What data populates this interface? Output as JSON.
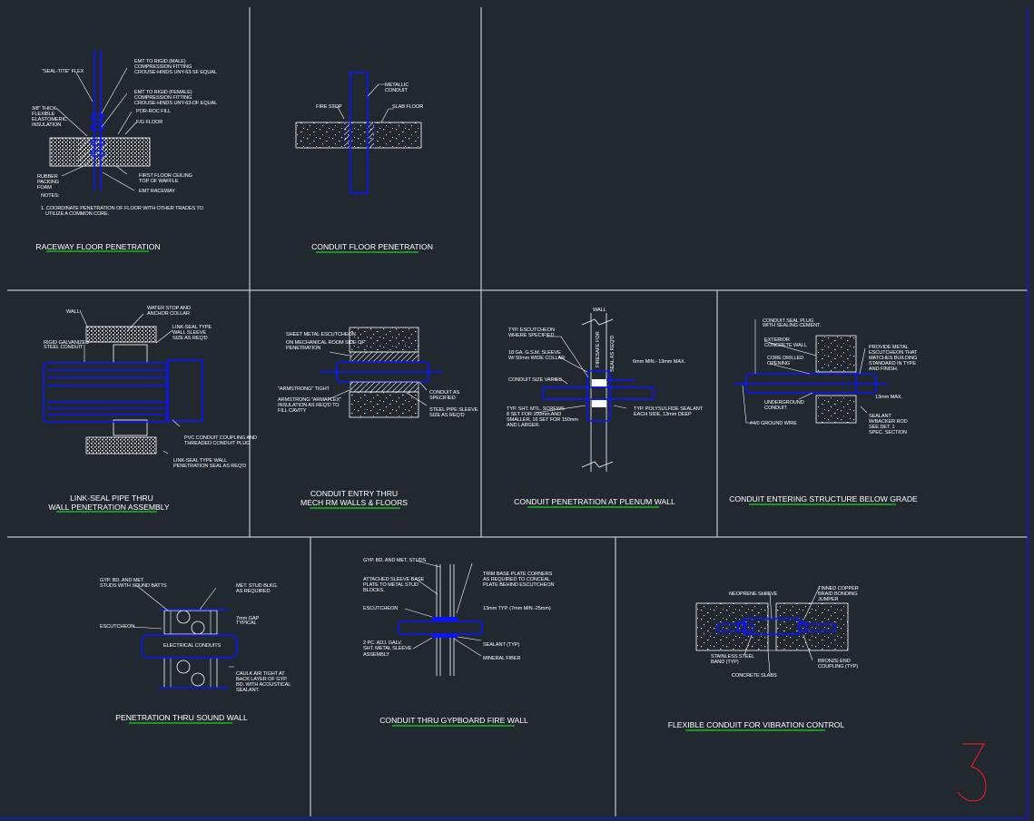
{
  "colors": {
    "background": "#212830",
    "frame": "#e8e8e8",
    "conduit": "#0a14ff",
    "underline": "#19d419",
    "sheet_number": "#ff1a1a"
  },
  "sheet_number": "3",
  "panels": [
    {
      "title": "RACEWAY FLOOR PENETRATION",
      "labels": [
        "\"SEAL-TITE\" FLEX",
        "EMT TO RIGID (MALE)",
        "COMPRESSION FITTING",
        "CROUSE-HINDS UNY-63-SF EQUAL",
        "EMT TO RIGID (FEMALE)",
        "COMPRESSION FITTING",
        "CROUSE-HINDS UNY-63-DF EQUAL",
        "POR-ROC FILL",
        "F/G FLOOR",
        "3/8\" THICK",
        "FLEXIBLE",
        "ELASTOMERIC",
        "INSULATION",
        "RUBBER",
        "PACKING",
        "FOAM",
        "FIRST FLOOR CEILING",
        "TOP OF WAFFLE",
        "EMT RACEWAY",
        "NOTES:",
        "1. COORDINATE PENETRATION OF FLOOR WITH OTHER TRADES TO",
        "UTILIZE A COMMON CORE."
      ]
    },
    {
      "title": "CONDUIT FLOOR PENETRATION",
      "labels": [
        "METALLIC",
        "CONDUIT",
        "FIRE STOP",
        "SLAB FLOOR"
      ]
    },
    {
      "title_lines": [
        "LINK-SEAL PIPE THRU",
        "WALL PENETRATION ASSEMBLY"
      ],
      "labels": [
        "WALL",
        "RIGID GALVANIZED",
        "STEEL CONDUIT",
        "WATER STOP AND",
        "ANCHOR COLLAR",
        "LINK-SEAL TYPE",
        "WALL SLEEVE",
        "SIZE AS REQ'D",
        "PVC CONDUIT COUPLING AND",
        "THREADED CONDUIT PLUG",
        "LINK-SEAL TYPE WALL",
        "PENETRATION SEAL AS REQ'D"
      ]
    },
    {
      "title_lines": [
        "CONDUIT ENTRY THRU",
        "MECH RM WALLS & FLOORS"
      ],
      "labels": [
        "SHEET METAL ESCUTCHEON",
        "ON MECHANICAL ROOM SIDE OF",
        "PENETRATION",
        "\"ARMSTRONG\" TIGHT",
        "ARMSTRONG \"ARMAFLEX\"",
        "INSULATION AS REQ'D TO",
        "FILL CAVITY",
        "CONDUIT AS",
        "SPECIFIED",
        "STEEL PIPE SLEEVE",
        "SIZE AS REQ'D"
      ]
    },
    {
      "title": "CONDUIT PENETRATION AT PLENUM WALL",
      "labels": [
        "WALL",
        "TYP. ESCUTCHEON",
        "WHERE SPECIFIED",
        "18 GA. G.S.M. SLEEVE",
        "W/ 50mm WIDE COLLAR",
        "CONDUIT SIZE VARIES",
        "TYP. SHT. MTL. SCREWS",
        "8 SET FOR 100mm AND",
        "SMALLER, 16 SET FOR 150mm",
        "AND LARGER.",
        "TYP. POLYSULFIDE SEALANT",
        "EACH SIDE, 13mm DEEP",
        "6mm MIN.- 13mm MAX.",
        "FIRESAFE FOR",
        "SEAL AS REQ'D"
      ]
    },
    {
      "title": "CONDUIT ENTERING STRUCTURE BELOW GRADE",
      "labels": [
        "CONDUIT SEAL PLUG",
        "WITH SEALING CEMENT.",
        "EXTERIOR",
        "CONCRETE WALL",
        "CORE DRILLED",
        "OPENING",
        "UNDERGROUND",
        "CONDUIT",
        "#4/0 GROUND WIRE",
        "PROVIDE METAL",
        "ESCUTCHEON THAT",
        "MATCHES BUILDING",
        "STANDARD IN TYPE",
        "AND FINISH.",
        "13mm MAX.",
        "SEALANT",
        "W/BACKER ROD",
        "SEE DET. 1",
        "SPEC. SECTION"
      ]
    },
    {
      "title": "PENETRATION THRU SOUND WALL",
      "labels": [
        "GYP. BD. AND MET.",
        "STUDS WITH SOUND BATTS",
        "MET. STUD BLKG.",
        "AS REQUIRED",
        "ESCUTCHEON",
        "7mm GAP",
        "TYPICAL",
        "ELECTRICAL CONDUITS",
        "CAULK AIR TIGHT AT",
        "BACK LAYER OF GYP.",
        "BD. WITH ACOUSTICAL",
        "SEALANT."
      ]
    },
    {
      "title": "CONDUIT THRU GYPBOARD FIRE WALL",
      "labels": [
        "GYP. BD. AND MET. STUDS",
        "ATTACHED SLEEVE BASE",
        "PLATE TO METAL STUD",
        "BLOCKS.",
        "ESCUTCHEON",
        "2 PC. ADJ. GALV.",
        "SHT. METAL SLEEVE",
        "ASSEMBLY",
        "TRIM BASE PLATE CORNERS",
        "AS REQUIRED TO CONCEAL",
        "PLATE BEHIND ESCUTCHEON",
        "13mm TYP. (7mm MIN.-25mm)",
        "SEALANT (TYP)",
        "MINERAL FIBER"
      ]
    },
    {
      "title": "FLEXIBLE CONDUIT FOR VIBRATION CONTROL",
      "labels": [
        "NEOPRENE SLEEVE",
        "TINNED COPPER",
        "BRAID BONDING",
        "JUMPER",
        "STAINLESS STEEL",
        "BAND (TYP)",
        "CONCRETE SLABS",
        "BRONZE END",
        "COUPLING (TYP)"
      ]
    }
  ]
}
